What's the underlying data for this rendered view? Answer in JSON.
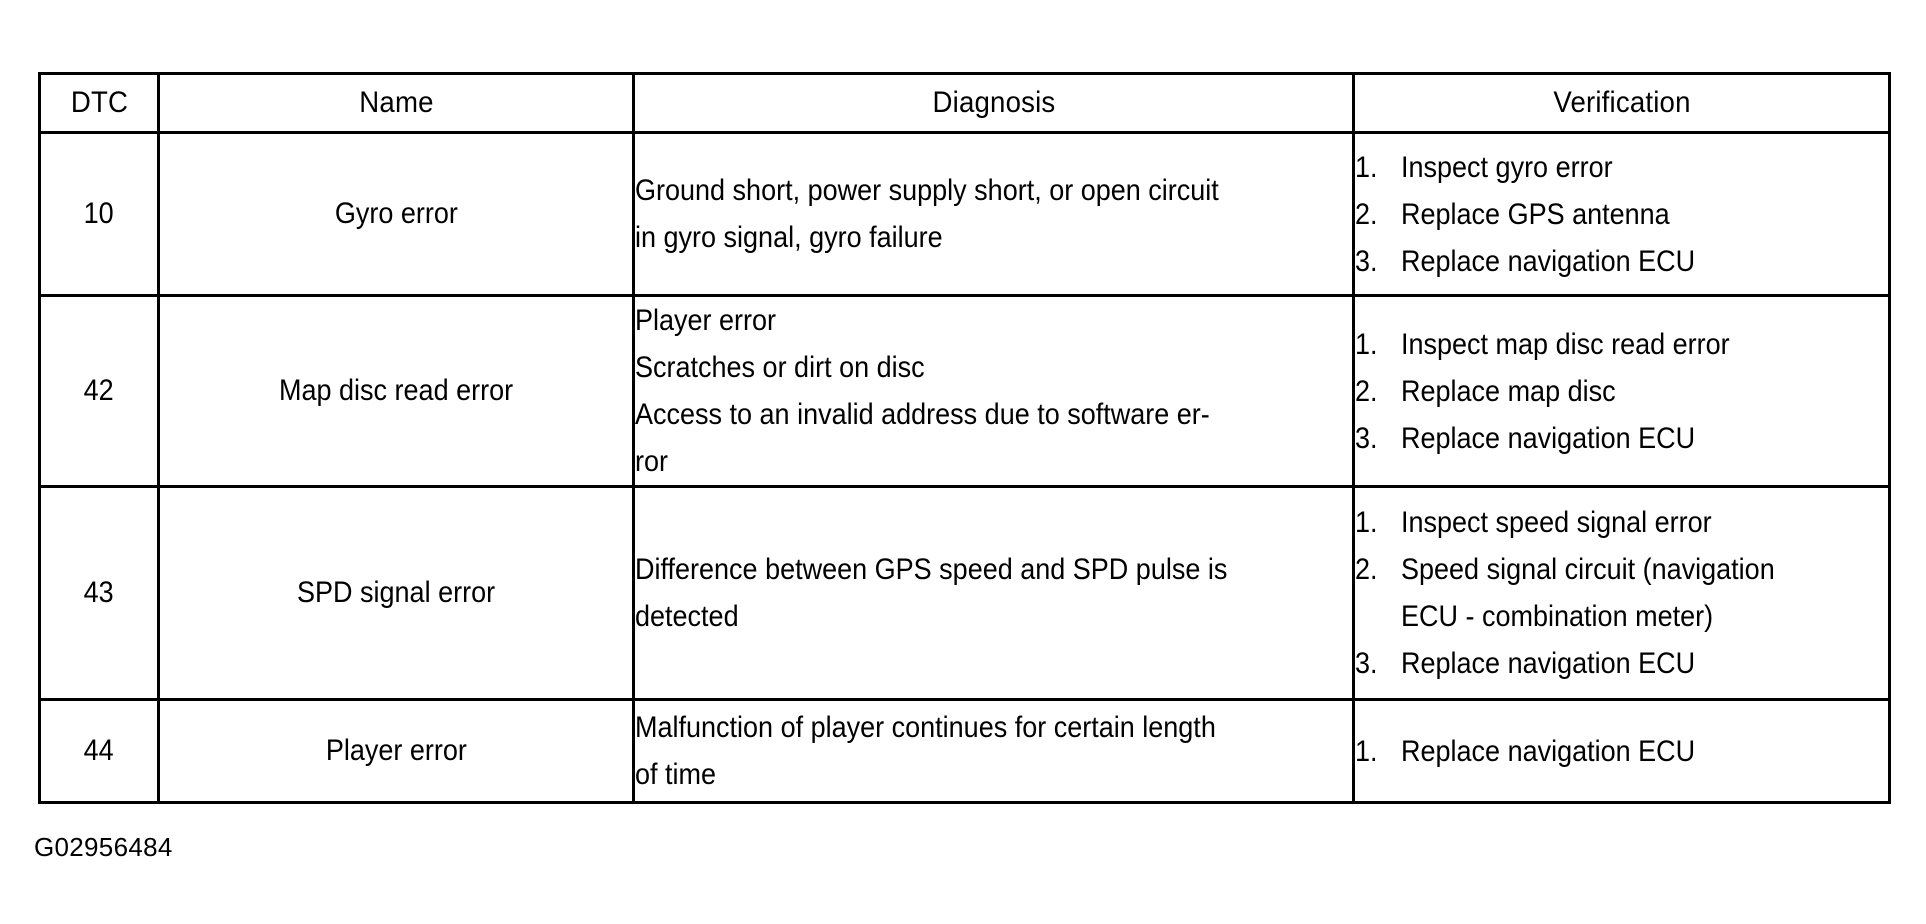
{
  "document": {
    "figure_id": "G02956484",
    "background_color": "#ffffff",
    "text_color": "#000000",
    "border_color": "#000000"
  },
  "table": {
    "columns": [
      {
        "key": "dtc",
        "header": "DTC"
      },
      {
        "key": "name",
        "header": "Name"
      },
      {
        "key": "diagnosis",
        "header": "Diagnosis"
      },
      {
        "key": "verification",
        "header": "Verification"
      }
    ],
    "rows": [
      {
        "dtc": "10",
        "name": "Gyro error",
        "diagnosis_lines": [
          "Ground short, power supply short, or open circuit",
          "in gyro signal, gyro failure"
        ],
        "verification_items": [
          {
            "number": "1.",
            "lines": [
              "Inspect gyro error"
            ]
          },
          {
            "number": "2.",
            "lines": [
              "Replace GPS antenna"
            ]
          },
          {
            "number": "3.",
            "lines": [
              "Replace navigation ECU"
            ]
          }
        ]
      },
      {
        "dtc": "42",
        "name": "Map disc read error",
        "diagnosis_lines": [
          "Player error",
          "Scratches or dirt on disc",
          "Access to an invalid address due to software er-",
          "ror"
        ],
        "verification_items": [
          {
            "number": "1.",
            "lines": [
              "Inspect map disc read error"
            ]
          },
          {
            "number": "2.",
            "lines": [
              "Replace map disc"
            ]
          },
          {
            "number": "3.",
            "lines": [
              "Replace navigation ECU"
            ]
          }
        ]
      },
      {
        "dtc": "43",
        "name": "SPD signal error",
        "diagnosis_lines": [
          "Difference between GPS speed and SPD pulse is",
          "detected"
        ],
        "verification_items": [
          {
            "number": "1.",
            "lines": [
              "Inspect speed signal error"
            ]
          },
          {
            "number": "2.",
            "lines": [
              "Speed signal circuit (navigation",
              "ECU - combination meter)"
            ]
          },
          {
            "number": "3.",
            "lines": [
              "Replace navigation ECU"
            ]
          }
        ]
      },
      {
        "dtc": "44",
        "name": "Player error",
        "diagnosis_lines": [
          "Malfunction of player continues for certain length",
          "of time"
        ],
        "verification_items": [
          {
            "number": "1.",
            "lines": [
              "Replace navigation ECU"
            ]
          }
        ]
      }
    ]
  }
}
